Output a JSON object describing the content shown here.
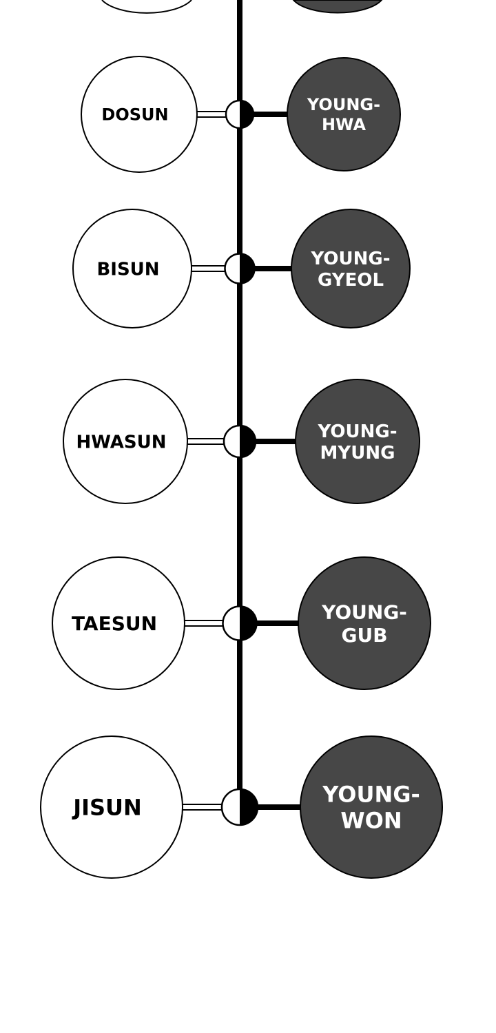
{
  "colors": {
    "background": "#ffffff",
    "stroke": "#000000",
    "dark_fill": "#474747",
    "light_fill": "#ffffff",
    "light_text": "#000000",
    "dark_text": "#ffffff"
  },
  "pairs": [
    {
      "left": "DOSUN",
      "right": [
        "YOUNG-",
        "HWA"
      ]
    },
    {
      "left": "BISUN",
      "right": [
        "YOUNG-",
        "GYEOL"
      ]
    },
    {
      "left": "HWASUN",
      "right": [
        "YOUNG-",
        "MYUNG"
      ]
    },
    {
      "left": "TAESUN",
      "right": [
        "YOUNG-",
        "GUB"
      ]
    },
    {
      "left": "JISUN",
      "right": [
        "YOUNG-",
        "WON"
      ]
    }
  ]
}
